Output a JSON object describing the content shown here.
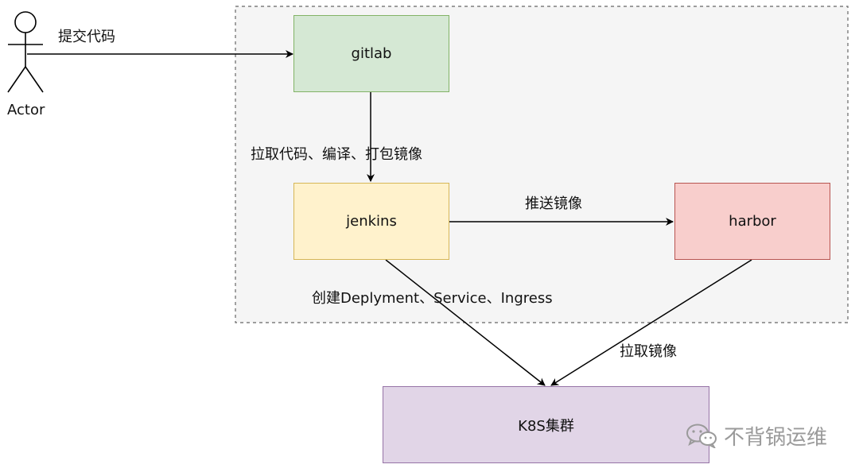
{
  "actor": {
    "label": "Actor"
  },
  "nodes": {
    "gitlab": "gitlab",
    "jenkins": "jenkins",
    "harbor": "harbor",
    "k8s": "K8S集群"
  },
  "edges": {
    "submit_code": "提交代码",
    "pull_build_package": "拉取代码、编译、打包镜像",
    "push_image": "推送镜像",
    "create_resources": "创建Deplyment、Service、Ingress",
    "pull_image": "拉取镜像"
  },
  "watermark": {
    "text": "不背锅运维",
    "icon": "wechat-icon"
  },
  "colors": {
    "gitlab_fill": "#d5e8d4",
    "gitlab_stroke": "#82b366",
    "jenkins_fill": "#fff2cc",
    "jenkins_stroke": "#d6b656",
    "harbor_fill": "#f8cecc",
    "harbor_stroke": "#b85450",
    "k8s_fill": "#e1d5e7",
    "k8s_stroke": "#9673a6",
    "group_fill": "#f5f5f5",
    "group_stroke": "#666666"
  }
}
